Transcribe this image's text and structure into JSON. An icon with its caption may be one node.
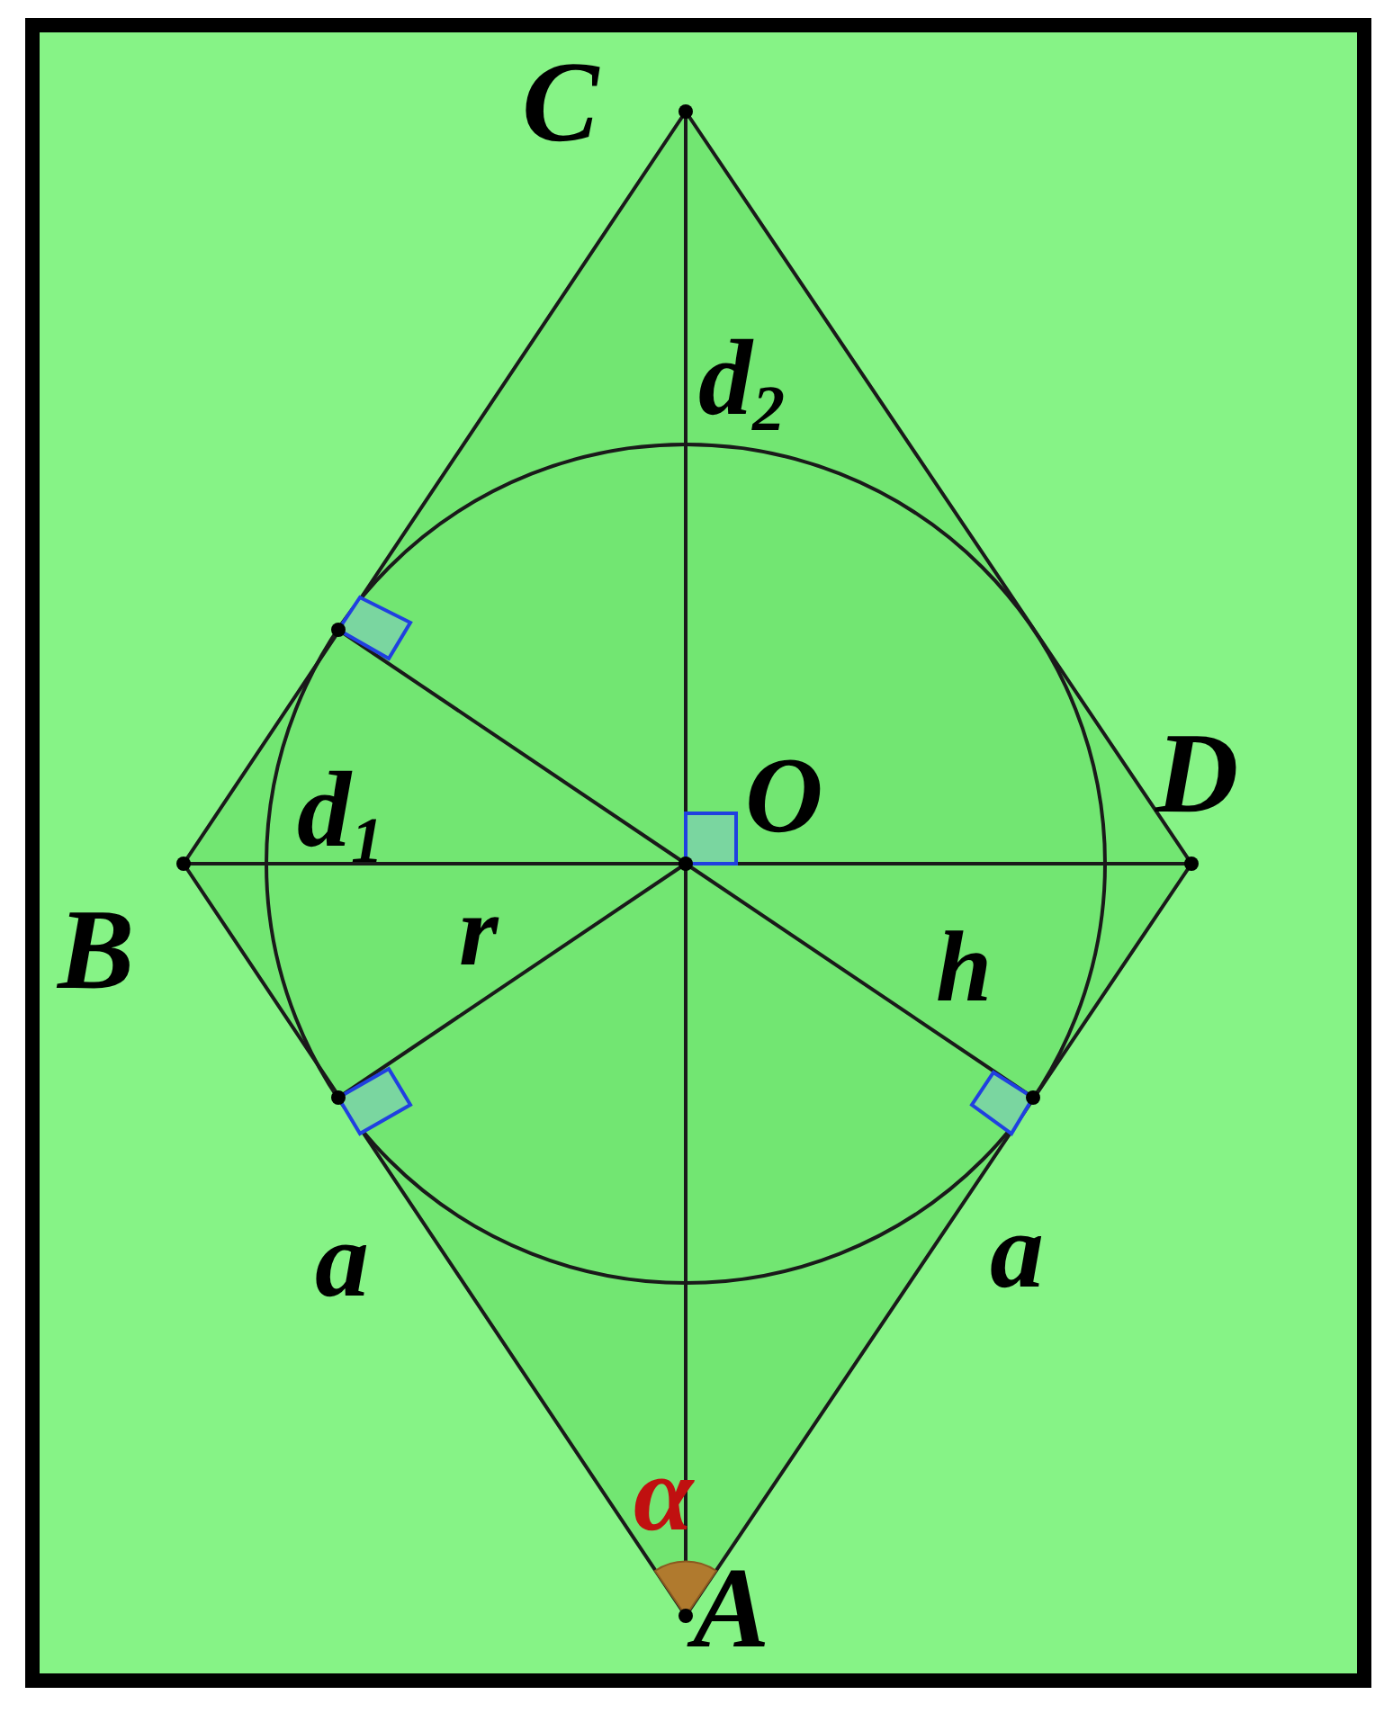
{
  "diagram": {
    "labels": [
      "C",
      "d$_{2}$",
      "D",
      "O",
      "d$_{1}$",
      "B",
      "r",
      "h",
      "a",
      "a",
      "α",
      "A"
    ]
  }
}
